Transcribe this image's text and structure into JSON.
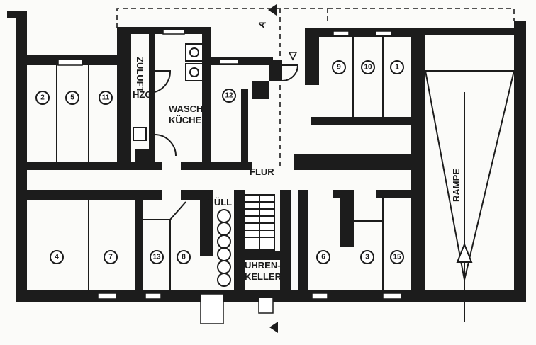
{
  "labels": {
    "corridor": "FLUR",
    "ramp": "RAMPE",
    "waste": "MÜLL",
    "waste2": "R",
    "clock_cellar_1": "UHREN-",
    "clock_cellar_2": "KELLER",
    "heating": "HZG.",
    "laundry_1": "WASCH",
    "laundry_2": "KÜCHE",
    "supply_air": "ZULUFT",
    "section_mark": "A"
  },
  "rooms": [
    "2",
    "5",
    "11",
    "12",
    "9",
    "10",
    "1",
    "4",
    "7",
    "13",
    "8",
    "6",
    "3",
    "15"
  ]
}
